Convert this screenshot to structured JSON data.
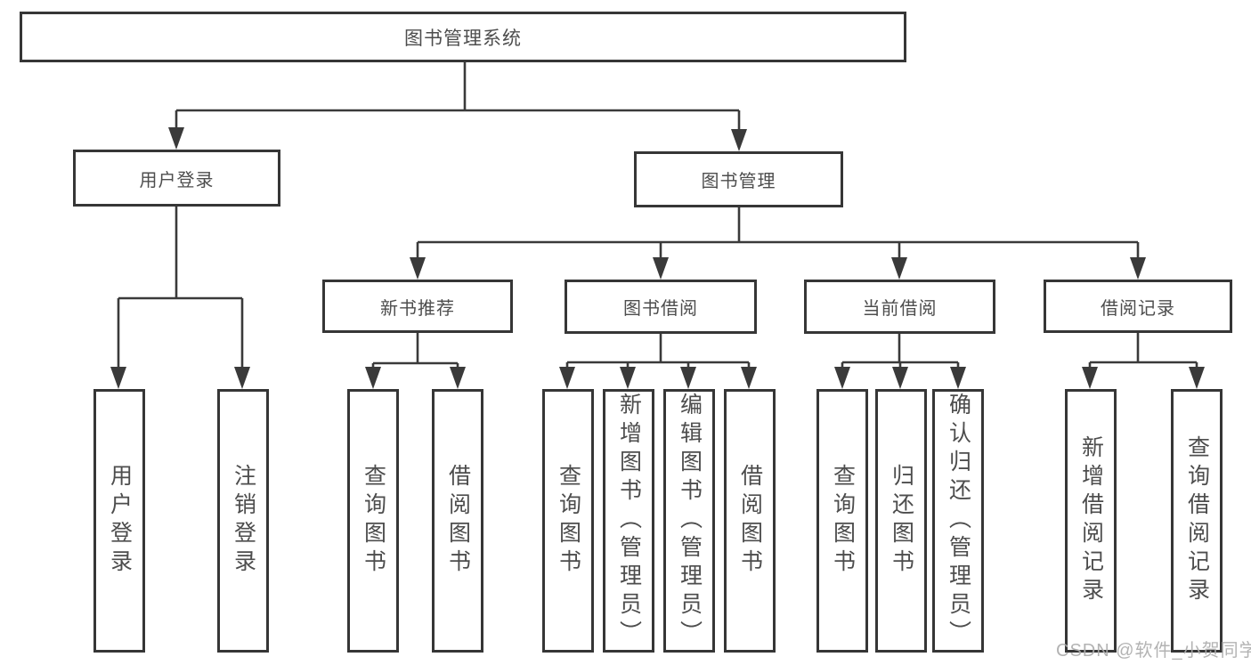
{
  "diagram": {
    "title": "图书管理系统",
    "type": "hierarchy-tree",
    "colors": {
      "line": "#3a3a3a",
      "box_border": "#363636",
      "text": "#4d4d4d",
      "background": "#ffffff",
      "watermark": "#adadad"
    },
    "nodes": {
      "root": "图书管理系统",
      "user_login": "用户登录",
      "book_mgmt": "图书管理",
      "new_book_rec": "新书推荐",
      "book_borrow": "图书借阅",
      "current_borrow": "当前借阅",
      "borrow_records": "借阅记录",
      "leaf_user_login": "用户登录",
      "leaf_logout": "注销登录",
      "leaf_query_book_1": "查询图书",
      "leaf_borrow_book_1": "借阅图书",
      "leaf_query_book_2": "查询图书",
      "leaf_add_book": "新增图书（管理员）",
      "leaf_edit_book": "编辑图书（管理员）",
      "leaf_borrow_book_2": "借阅图书",
      "leaf_query_book_3": "查询图书",
      "leaf_return_book": "归还图书",
      "leaf_confirm_return": "确认归还（管理员）",
      "leaf_add_borrow_record": "新增借阅记录",
      "leaf_query_borrow_record": "查询借阅记录"
    },
    "hierarchy": {
      "图书管理系统": {
        "用户登录": [
          "用户登录",
          "注销登录"
        ],
        "图书管理": {
          "新书推荐": [
            "查询图书",
            "借阅图书"
          ],
          "图书借阅": [
            "查询图书",
            "新增图书（管理员）",
            "编辑图书（管理员）",
            "借阅图书"
          ],
          "当前借阅": [
            "查询图书",
            "归还图书",
            "确认归还（管理员）"
          ],
          "借阅记录": [
            "新增借阅记录",
            "查询借阅记录"
          ]
        }
      }
    },
    "watermark": "CSDN @软件_小贺同学"
  }
}
